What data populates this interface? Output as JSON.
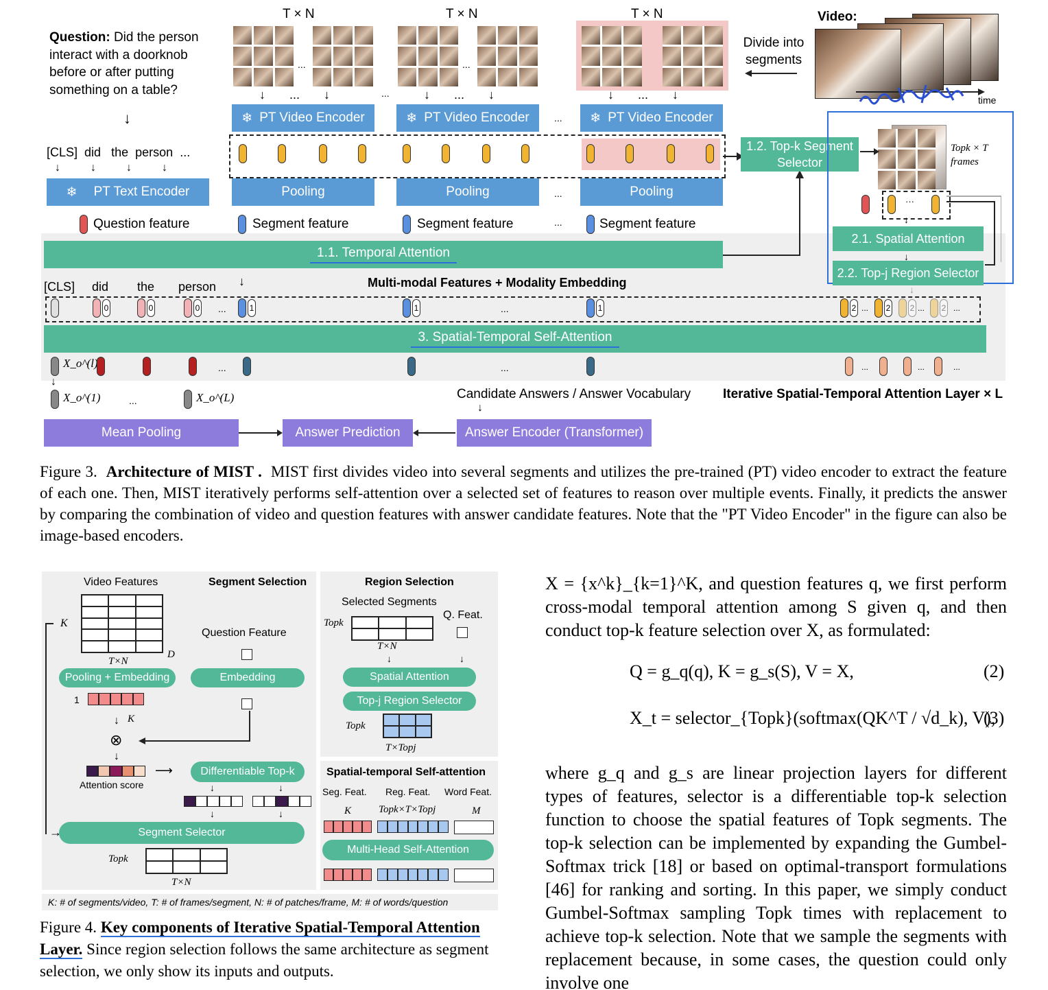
{
  "fig3": {
    "question_label": "Question:",
    "question_text": "Did the person interact with a doorknob before or after putting something on a table?",
    "txn": "T × N",
    "video_label": "Video:",
    "divide_label": "Divide into segments",
    "time_label": "time",
    "pt_video_encoder": "PT Video Encoder",
    "pt_text_encoder": "PT Text Encoder",
    "pooling": "Pooling",
    "words": [
      "[CLS]",
      "did",
      "the",
      "person",
      "..."
    ],
    "question_feature": "Question feature",
    "segment_feature": "Segment feature",
    "topk_segment_selector": "1.2. Top-k Segment Selector",
    "topk_frames": "Topk × T frames",
    "temporal_attention": "1.1. Temporal Attention",
    "spatial_attention": "2.1. Spatial Attention",
    "topj_region_selector": "2.2. Top-j Region Selector",
    "multimodal_label": "Multi-modal Features + Modality Embedding",
    "row_words": [
      "[CLS]",
      "did",
      "the",
      "person"
    ],
    "spatial_temporal_self_attention": "3. Spatial-Temporal Self-Attention",
    "xo_l": "X_o^(l)",
    "xo_1": "X_o^(1)",
    "xo_L": "X_o^(L)",
    "candidate_answers": "Candidate Answers / Answer Vocabulary",
    "iterative_label": "Iterative Spatial-Temporal Attention Layer × L",
    "mean_pooling": "Mean Pooling",
    "answer_prediction": "Answer Prediction",
    "answer_encoder": "Answer Encoder (Transformer)",
    "ellipsis": "...",
    "ellipsis_mid": "···",
    "badges": {
      "zero": "0",
      "one": "1",
      "two": "2"
    }
  },
  "caption3": {
    "prefix": "Figure 3.",
    "bold": "Architecture of MIST .",
    "text": "MIST first divides video into several segments and utilizes the pre-trained (PT) video encoder to extract the feature of each one. Then, MIST iteratively performs self-attention over a selected set of features to reason over multiple events. Finally, it predicts the answer by comparing the combination of video and question features with answer candidate features. Note that the \"PT Video Encoder\" in the figure can also be image-based encoders."
  },
  "fig4": {
    "video_features": "Video Features",
    "segment_selection": "Segment Selection",
    "region_selection": "Region Selection",
    "k_label": "K",
    "d_label": "D",
    "txn": "T×N",
    "question_feature": "Question Feature",
    "pooling_embedding": "Pooling + Embedding",
    "embedding": "Embedding",
    "one_label": "1",
    "attention_score": "Attention score",
    "differentiable_topk": "Differentiable Top-k",
    "segment_selector": "Segment Selector",
    "topk": "Topk",
    "selected_segments": "Selected Segments",
    "q_feat": "Q. Feat.",
    "spatial_attention": "Spatial Attention",
    "topj_region_selector": "Top-j Region Selector",
    "t_topj": "T×Topj",
    "st_self_attention": "Spatial-temporal Self-attention",
    "seg_feat": "Seg. Feat.",
    "reg_feat": "Reg. Feat.",
    "word_feat": "Word Feat.",
    "topk_t_topj": "Topk×T×Topj",
    "m_label": "M",
    "mhsa": "Multi-Head Self-Attention",
    "legend": "K: # of segments/video, T: # of frames/segment, N: # of patches/frame, M: # of words/question",
    "otimes": "⊗"
  },
  "caption4": {
    "prefix": "Figure 4.",
    "bold": "Key components of Iterative Spatial-Temporal Attention Layer.",
    "text": "Since region selection follows the same architecture as segment selection, we only show its inputs and outputs."
  },
  "body": {
    "para1": "X = {x^k}_{k=1}^K, and question features q, we first perform cross-modal temporal attention among S given q, and then conduct top-k feature selection over X, as formulated:",
    "eq2": "Q = g_q(q), K = g_s(S), V = X,",
    "eq2_num": "(2)",
    "eq3": "X_t = selector_{Topk}(softmax(QK^T / √d_k), V),",
    "eq3_num": "(3)",
    "para2": "where g_q and g_s are linear projection layers for different types of features, selector is a differentiable top-k selection function to choose the spatial features of Topk segments. The top-k selection can be implemented by expanding the Gumbel-Softmax trick [18] or based on optimal-transport formulations [46] for ranking and sorting. In this paper, we simply conduct Gumbel-Softmax sampling Topk times with replacement to achieve top-k selection. Note that we sample the segments with replacement because, in some cases, the question could only involve one"
  },
  "colors": {
    "blue": "#5b9bd5",
    "green": "#52b898",
    "purple": "#8e7cdd",
    "link_green": "#3cb83c",
    "panel_gray": "#efefef"
  }
}
